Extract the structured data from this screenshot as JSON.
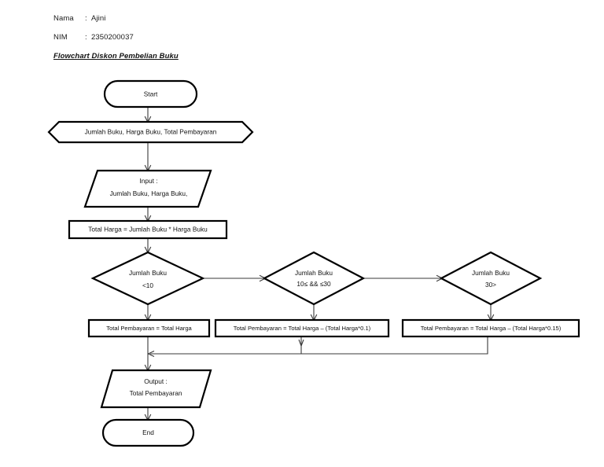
{
  "header": {
    "name_label": "Nama",
    "name_sep": ":",
    "name_value": "Ajini",
    "nim_label": "NIM",
    "nim_sep": ":",
    "nim_value": "2350200037",
    "document_title": "Flowchart Diskon Pembelian Buku"
  },
  "flowchart": {
    "nodes": {
      "start": {
        "label": "Start",
        "type": "terminator"
      },
      "declaration": {
        "label": "Jumlah Buku, Harga Buku, Total Pembayaran",
        "type": "preparation-hexagon"
      },
      "input": {
        "line1": "Input :",
        "line2": "Jumlah Buku, Harga Buku,",
        "type": "parallelogram-io"
      },
      "process_total": {
        "label": "Total Harga = Jumlah Buku * Harga Buku",
        "type": "process-rect"
      },
      "decision1": {
        "line1": "Jumlah Buku",
        "line2": "<10",
        "type": "decision-diamond"
      },
      "decision2": {
        "line1": "Jumlah Buku",
        "line2": "10≤ && ≤30",
        "type": "decision-diamond"
      },
      "decision3": {
        "line1": "Jumlah Buku",
        "line2": "30>",
        "type": "decision-diamond"
      },
      "result1": {
        "label": "Total Pembayaran = Total Harga",
        "type": "process-rect"
      },
      "result2": {
        "label": "Total Pembayaran = Total Harga – (Total Harga*0.1)",
        "type": "process-rect"
      },
      "result3": {
        "label": "Total Pembayaran = Total Harga – (Total Harga*0.15)",
        "type": "process-rect"
      },
      "output": {
        "line1": "Output :",
        "line2": "Total Pembayaran",
        "type": "parallelogram-io"
      },
      "end": {
        "label": "End",
        "type": "terminator"
      }
    },
    "colors": {
      "shape_stroke": "#000000",
      "shape_fill": "#ffffff",
      "connector_stroke": "#3a3a3a",
      "text": "#111111"
    }
  }
}
